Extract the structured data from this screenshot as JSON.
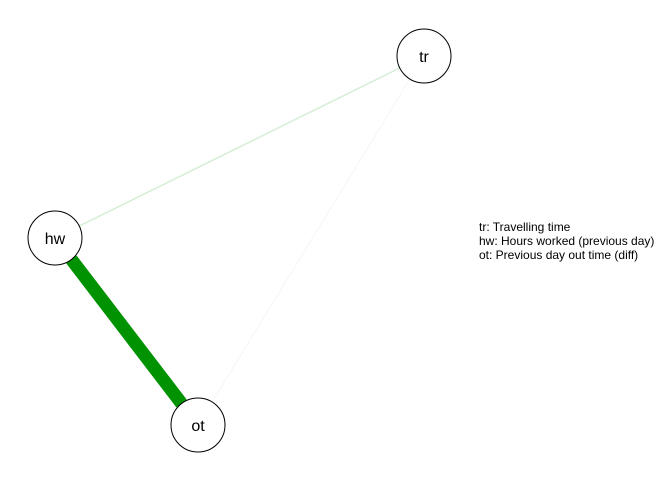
{
  "network": {
    "nodes": [
      {
        "id": "tr",
        "label": "tr"
      },
      {
        "id": "hw",
        "label": "hw"
      },
      {
        "id": "ot",
        "label": "ot"
      }
    ],
    "edges": [
      {
        "from": "hw",
        "to": "ot",
        "weight": 1.0,
        "color": "#009200"
      },
      {
        "from": "hw",
        "to": "tr",
        "weight": 0.12,
        "color": "#009200"
      },
      {
        "from": "tr",
        "to": "ot",
        "weight": 0.03,
        "color": "#009200"
      }
    ]
  },
  "legend": {
    "items": [
      "tr: Travelling time",
      "hw: Hours worked (previous day)",
      "ot: Previous day out time (diff)"
    ]
  }
}
